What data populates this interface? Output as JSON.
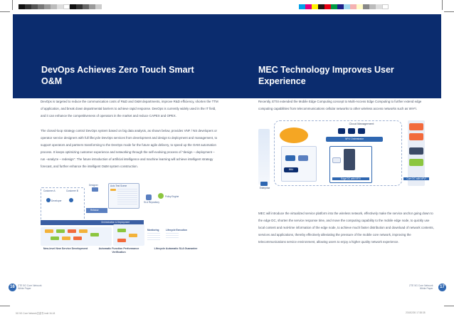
{
  "colors": {
    "banner": "#0b2c6e",
    "accent_blue": "#2f67b1",
    "accent_green": "#8cc63f",
    "accent_orange": "#f26a3c"
  },
  "left": {
    "title": "DevOps Achieves Zero Touch Smart O&M",
    "p1": "DevOps is targeted to reduce the communication costs of R&D and O&M departments, improve R&D efficiency, shorten the TTM of application, and break down departmental barriers to achieve rapid response. DevOps is currently widely used in the IT field, and it can enhance the competitiveness of operators in the market and reduce CAPEX and OPEX.",
    "p2": "The closed-loop strategy control DevOps system based on big data analysis, as shown below, provides VNF / NS developers or operator service designers with full lifecycle DevOps services from development and design to deployment and management, to support operators and partners transforming to the DevOps mode for the future agile delivery, to speed up the OAM automation process. It keeps optimizing customer experience and networking through the self-evolving process of \"design – deployment – run –analyze – redesign\". The future introduction of artificial intelligence and machine learning will achieve intelligent strategy forecast, and further enhance the intelligent O&M system construction.",
    "diagram": {
      "labels": [
        "Designer",
        "Auto Test Scene",
        "Policy Engine",
        "SLA Repository",
        "Developer",
        "Release",
        "Orchestration & Deployment",
        "Monitoring",
        "Lifecycle Execution",
        "Customer A",
        "Customer B"
      ],
      "captions": [
        "New-level New Service Development",
        "Automatic Function Performance Verification",
        "Lifecycle Automatic SLA Guarantee"
      ]
    }
  },
  "right": {
    "title": "MEC Technology Improves User Experience",
    "p1": "Recently, ETSI extended the Mobile Edge Computing concept to Multi-Access Edge Computing to further extend edge computing capabilities from telecommunications cellular networks to other wireless access networks such as Wi-Fi.",
    "p2": "MEC will introduce the virtualized service platform into the wireless network, effectively make the service anchor going down to the edge DC, shorten the service response time, and move the computing capability to the mobile edge node, to quickly use local content and real-time information of the edge node, to achieve much faster distribution and download of network contents, services and applications, thereby effectively alleviating the pressure of the mobile core network, improving the telecommunications service environment, allowing users to enjoy a higher quality network experience.",
    "diagram": {
      "labels": [
        "Cloud Management",
        "NFVI Orchestrator",
        "Edge DC with NFVI",
        "Core DC with NFVI",
        "BBU",
        "Enterprise"
      ]
    }
  },
  "footer": {
    "page_left": "16",
    "page_right": "17",
    "publication": "ZTE 5G Core Network",
    "subtitle": "White Paper",
    "slug_left": "5G 5G Core Network白皮书.indd  16-18",
    "slug_right": "2018/2/26   17:38:38"
  }
}
